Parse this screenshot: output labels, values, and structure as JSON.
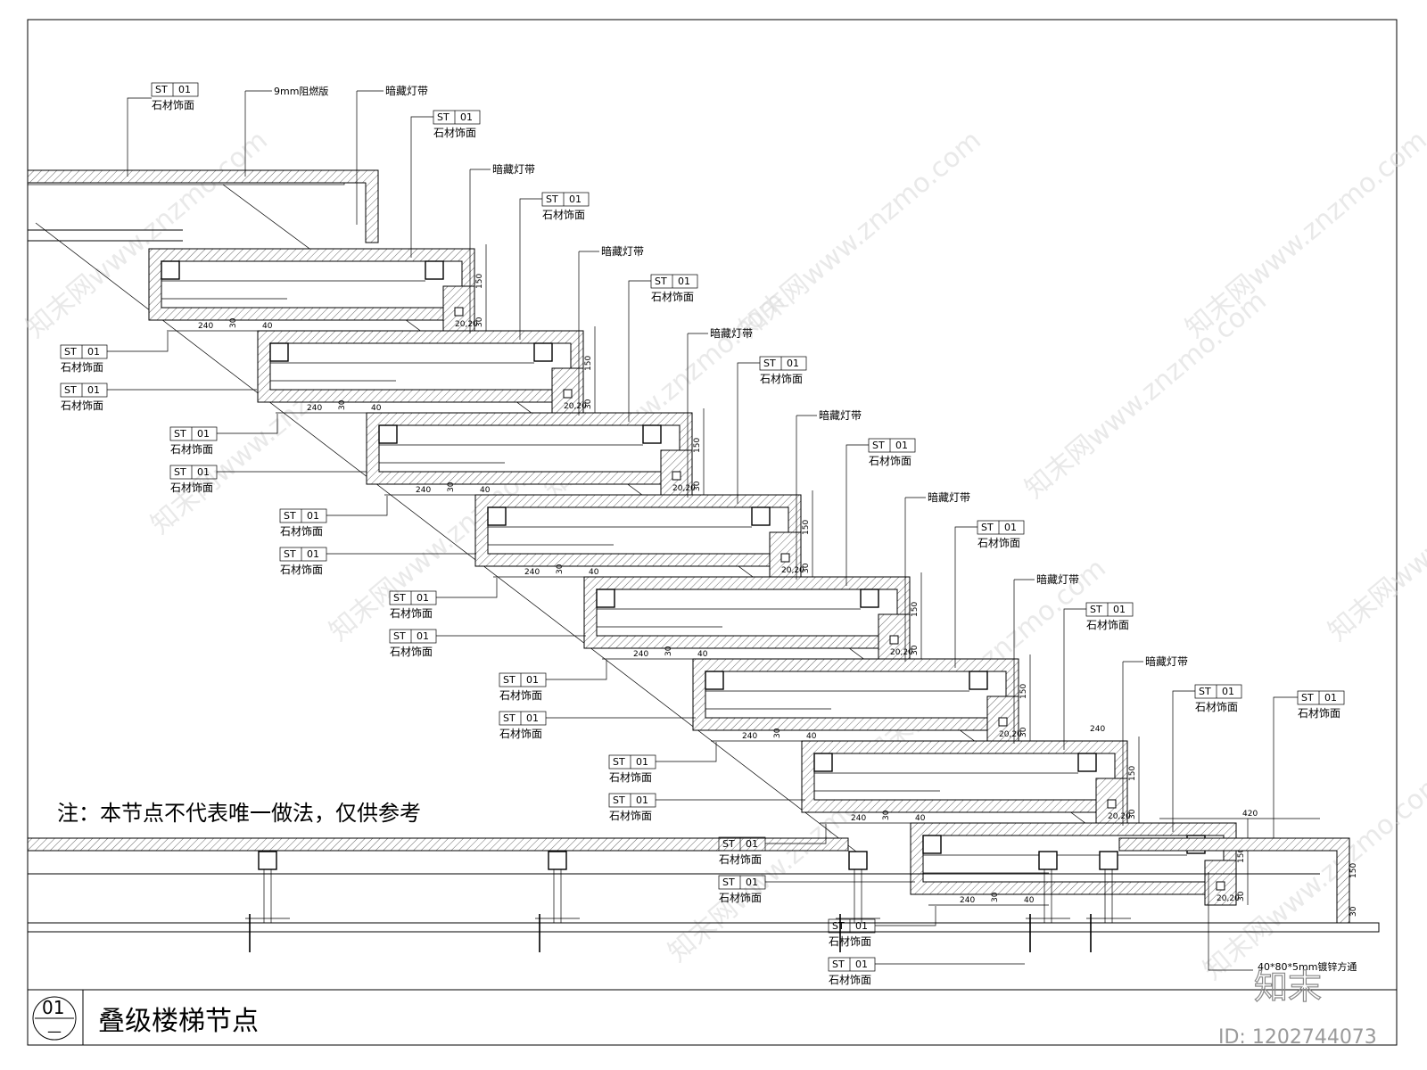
{
  "drawing": {
    "title": "叠级楼梯节点",
    "number": "01",
    "number_sub": "—",
    "note": "注：本节点不代表唯一做法，仅供参考",
    "id_text": "ID: 1202744073",
    "logo_text": "知末",
    "watermark": "知末网www.znzmo.com"
  },
  "materials": {
    "tag_code": "ST",
    "tag_num": "01",
    "stone_label": "石材饰面",
    "board_label": "9mm阻燃版",
    "light_label": "暗藏灯带",
    "tube_label": "40*80*5mm镀锌方通"
  },
  "dimensions": {
    "d240": "240",
    "d30": "30",
    "d40": "40",
    "d150": "150",
    "d420": "420",
    "d20": "20",
    "d2020": "20,20"
  }
}
